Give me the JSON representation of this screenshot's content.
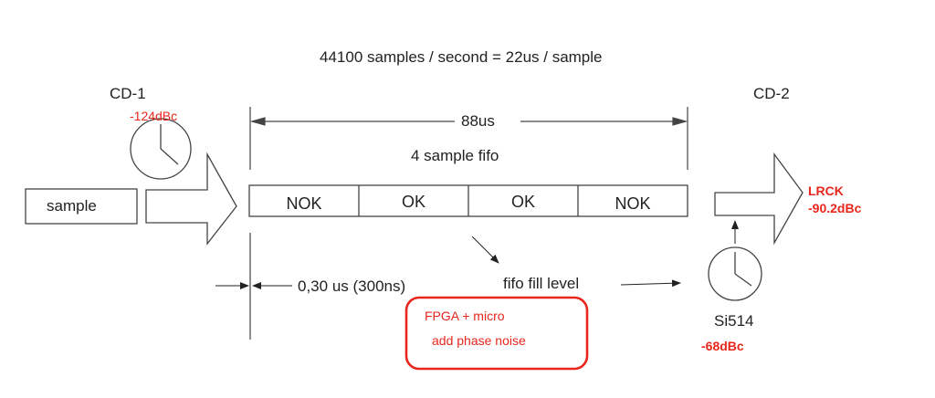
{
  "header": {
    "rate_text": "44100 samples / second = 22us / sample"
  },
  "source": {
    "name": "CD-1",
    "clock_noise": "-124dBc",
    "sample_label": "sample"
  },
  "fifo": {
    "span_value": "88",
    "span_unit": "us",
    "label": "4 sample fifo",
    "cells": [
      "NOK",
      "OK",
      "OK",
      "NOK"
    ],
    "fill_level_label": "fifo fill level"
  },
  "timing": {
    "value": "0,30",
    "unit_text": "us (300ns)"
  },
  "dest": {
    "name": "CD-2",
    "lrck_label": "LRCK",
    "lrck_noise": "-90.2dBc"
  },
  "oscillator": {
    "name": "Si514",
    "noise": "-68dBc"
  },
  "note": {
    "line1": "FPGA + micro",
    "line2": "add phase noise",
    "color": "#e8261c"
  }
}
